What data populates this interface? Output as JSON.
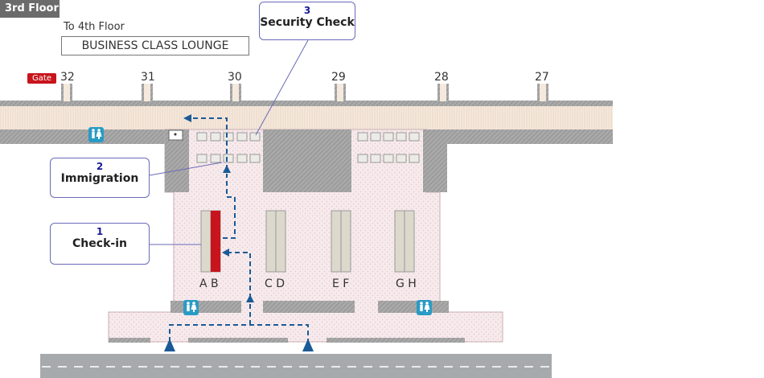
{
  "floor_label": "3rd Floor",
  "to_floor": "To 4th Floor",
  "lounge": "BUSINESS CLASS LOUNGE",
  "gate_badge": "Gate",
  "gates": [
    "32",
    "31",
    "30",
    "29",
    "28",
    "27"
  ],
  "steps": [
    {
      "number": "1",
      "label": "Check-in"
    },
    {
      "number": "2",
      "label": "Immigration"
    },
    {
      "number": "3",
      "label": "Security Check"
    }
  ],
  "counters": [
    "A B",
    "C D",
    "E F",
    "G H"
  ],
  "colors": {
    "route": "#1a5a96",
    "highlight_counter": "#c8141c",
    "restroom": "#2a9bc4",
    "callout_border": "#6a6ab8"
  },
  "icons": [
    "restroom-icon",
    "route-arrow-icon"
  ]
}
